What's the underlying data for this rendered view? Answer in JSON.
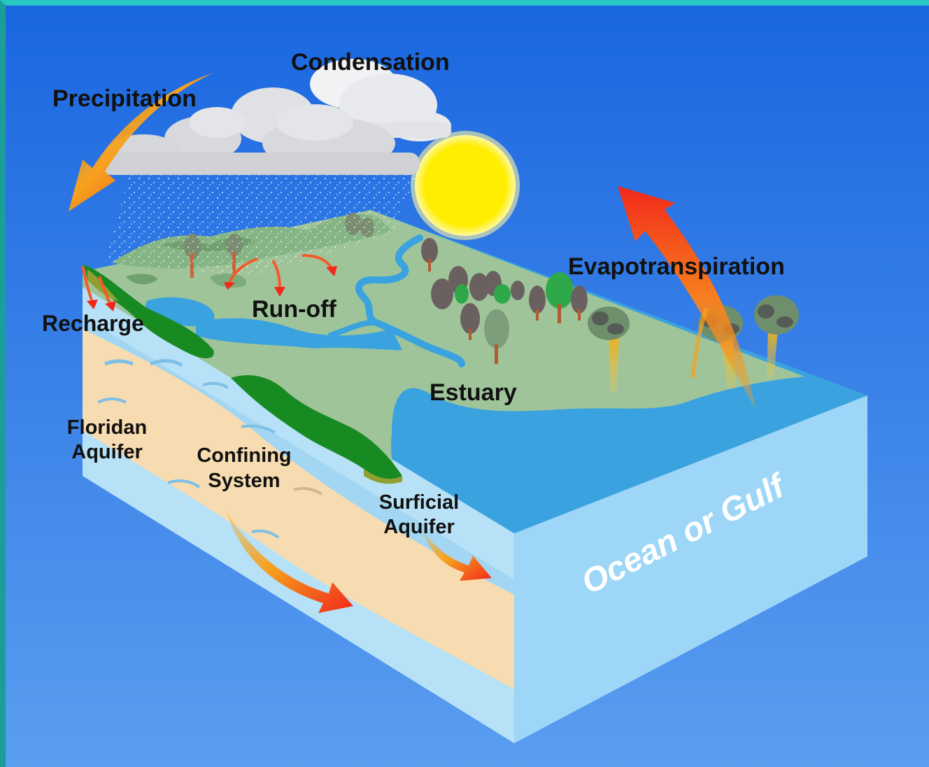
{
  "diagram": {
    "labels": {
      "condensation": "Condensation",
      "precipitation": "Precipitation",
      "evapotranspiration": "Evapotranspiration",
      "run_off": "Run-off",
      "recharge": "Recharge",
      "estuary": "Estuary",
      "floridan_line1": "Floridan",
      "floridan_line2": "Aquifer",
      "confining_line1": "Confining",
      "confining_line2": "System",
      "surficial_line1": "Surficial",
      "surficial_line2": "Aquifer",
      "ocean": "Ocean or Gulf"
    },
    "colors": {
      "background_top": "#1a66e0",
      "background_bottom": "#5a9ef0",
      "frame": "#27c8c4",
      "land": "#9fc49a",
      "water": "#3aa3df",
      "aquifer_light": "#a9dbf5",
      "confining_band": "#f6dcb0",
      "sun": "#ffee00",
      "arrow_start": "#f7a21e",
      "arrow_end": "#f2281a",
      "green_ridge": "#178a22"
    }
  }
}
